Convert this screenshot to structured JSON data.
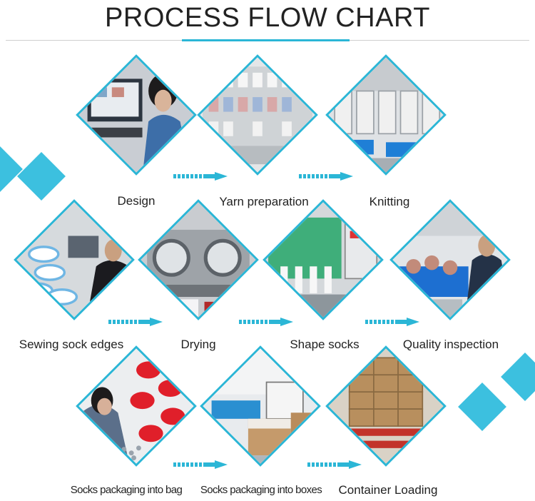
{
  "header": {
    "title": "PROCESS FLOW CHART"
  },
  "colors": {
    "accent": "#2bb6d6",
    "decor": "#3cc0df",
    "text": "#222222",
    "rule": "#cfcfcf"
  },
  "steps": [
    {
      "label": "Design",
      "icon": "computer-design-photo-icon"
    },
    {
      "label": "Yarn preparation",
      "icon": "yarn-shelves-photo-icon"
    },
    {
      "label": "Knitting",
      "icon": "knitting-machines-photo-icon"
    },
    {
      "label": "Sewing sock edges",
      "icon": "sewing-photo-icon"
    },
    {
      "label": "Drying",
      "icon": "dryer-machine-photo-icon"
    },
    {
      "label": "Shape socks",
      "icon": "shaping-machine-photo-icon"
    },
    {
      "label": "Quality inspection",
      "icon": "inspection-photo-icon"
    },
    {
      "label": "Socks packaging into bag",
      "icon": "bagging-photo-icon"
    },
    {
      "label": "Socks packaging into boxes",
      "icon": "boxing-photo-icon"
    },
    {
      "label": "Container Loading",
      "icon": "container-loading-photo-icon"
    }
  ]
}
